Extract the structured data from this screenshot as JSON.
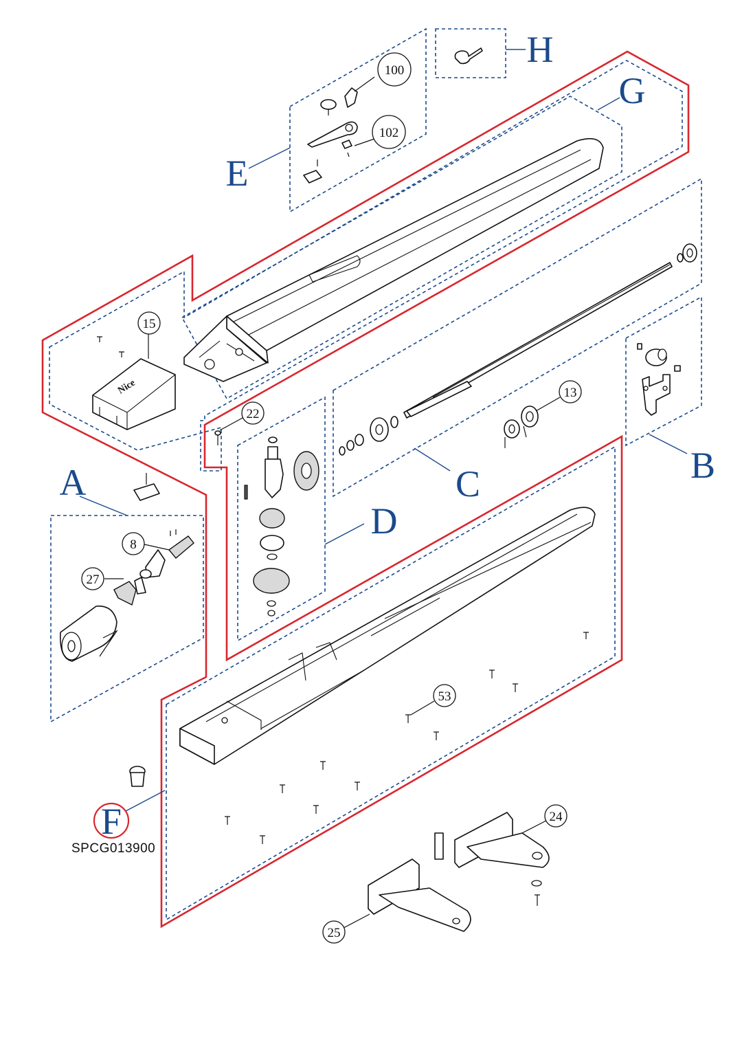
{
  "groups": {
    "A": "A",
    "B": "B",
    "C": "C",
    "D": "D",
    "E": "E",
    "F": "F",
    "G": "G",
    "H": "H"
  },
  "callouts": {
    "c100": "100",
    "c102": "102",
    "c15": "15",
    "c22": "22",
    "c13": "13",
    "c8": "8",
    "c27": "27",
    "c53": "53",
    "c24": "24",
    "c25": "25"
  },
  "part_code": "SPCG013900",
  "colors": {
    "group_blue": "#1a4a8c",
    "highlight_red": "#d8262e"
  }
}
